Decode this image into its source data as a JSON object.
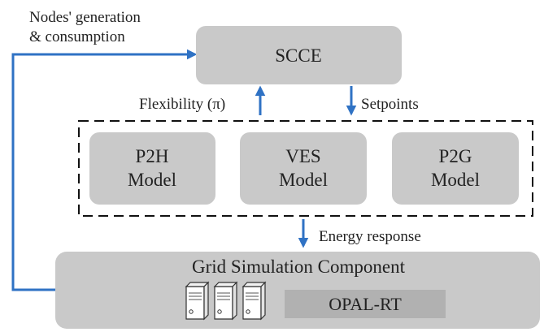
{
  "colors": {
    "box_fill": "#c9c9c9",
    "arrow": "#2f72c4",
    "text": "#222222",
    "dashed_border": "#111111"
  },
  "feedback_label": {
    "line1": "Nodes' generation",
    "line2": "& consumption"
  },
  "scce": {
    "label": "SCCE"
  },
  "flexibility_label": "Flexibility (π)",
  "setpoints_label": "Setpoints",
  "models": [
    {
      "line1": "P2H",
      "line2": "Model"
    },
    {
      "line1": "VES",
      "line2": "Model"
    },
    {
      "line1": "P2G",
      "line2": "Model"
    }
  ],
  "energy_response_label": "Energy response",
  "grid": {
    "title": "Grid Simulation Component",
    "opal_label": "OPAL-RT",
    "server_icon_count": 3
  }
}
